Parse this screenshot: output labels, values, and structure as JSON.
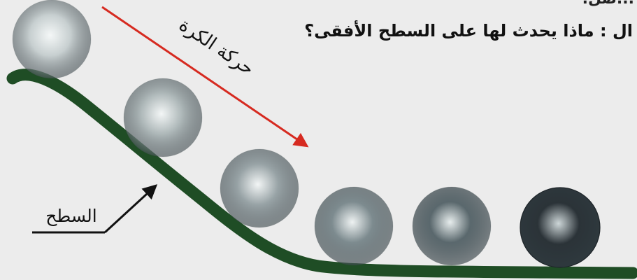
{
  "question": {
    "top_fragment": "...ضل.",
    "main_text": "ال : ماذا يحدث لها على  السطح الأفقى؟"
  },
  "labels": {
    "ball_motion": "حركة الكرة",
    "surface": "السطح"
  },
  "colors": {
    "background": "#ececec",
    "surface": "#1f4d25",
    "motion_arrow": "#d62a20",
    "label_arrow": "#111111"
  },
  "balls": [
    {
      "shade": "#c7cfd0",
      "highlight": "#f4f7f7"
    },
    {
      "shade": "#aeb8b9",
      "highlight": "#f3f6f6"
    },
    {
      "shade": "#98a3a6",
      "highlight": "#f2f5f5"
    },
    {
      "shade": "#7d8b8f",
      "highlight": "#eef2f2"
    },
    {
      "shade": "#5a686d",
      "highlight": "#e7eded"
    },
    {
      "shade": "#2b3338",
      "highlight": "#cdd6d8"
    }
  ]
}
